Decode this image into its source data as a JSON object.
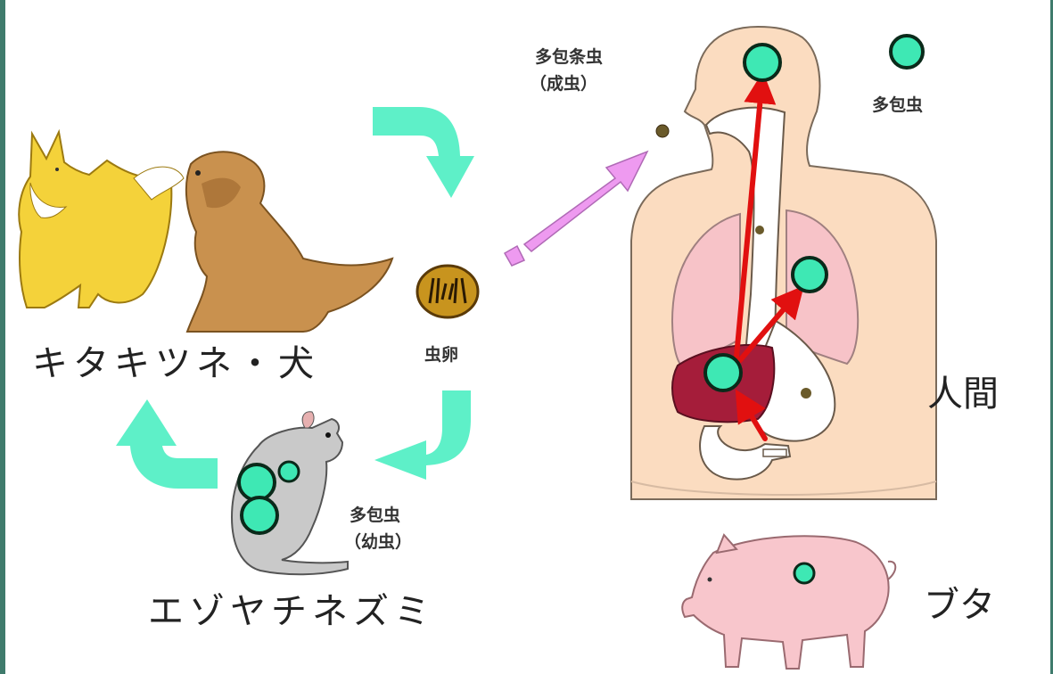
{
  "labels": {
    "fox_dog": "キタキツネ・犬",
    "egg": "虫卵",
    "adult_line1": "多包条虫",
    "adult_line2": "（成虫）",
    "cyst_legend": "多包虫",
    "larva_line1": "多包虫",
    "larva_line2": "（幼虫）",
    "vole": "エゾヤチネズミ",
    "human": "人間",
    "pig": "ブタ"
  },
  "colors": {
    "cycle_arrow": "#5ef0c8",
    "infection_arrow": "#ee9af0",
    "cyst": "#3ee8b4",
    "red_path": "#e11010",
    "skin": "#fbdcc0",
    "lung": "#f7c3c8",
    "liver": "#a51d3a",
    "pig": "#f8c6cc",
    "egg": "#c8941e",
    "fox": "#f4d23a",
    "dog": "#c9914e",
    "vole": "#c9c9c9"
  },
  "icons": [
    "fox-icon",
    "dog-icon",
    "egg-icon",
    "vole-icon",
    "human-body-icon",
    "pig-icon",
    "cyst-icon"
  ]
}
